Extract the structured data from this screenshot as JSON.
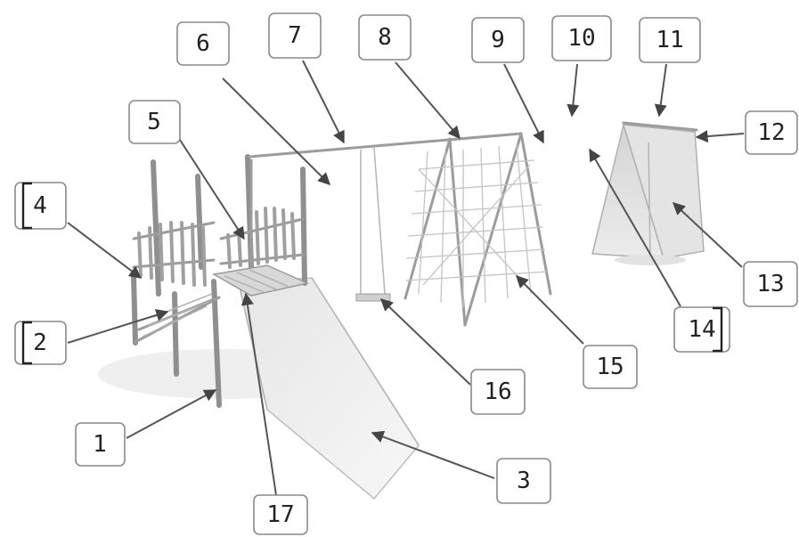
{
  "callouts": [
    {
      "id": "c1",
      "label": "1"
    },
    {
      "id": "c2",
      "label": "2"
    },
    {
      "id": "c3",
      "label": "3"
    },
    {
      "id": "c4",
      "label": "4"
    },
    {
      "id": "c5",
      "label": "5"
    },
    {
      "id": "c6",
      "label": "6"
    },
    {
      "id": "c7",
      "label": "7"
    },
    {
      "id": "c8",
      "label": "8"
    },
    {
      "id": "c9",
      "label": "9"
    },
    {
      "id": "c10",
      "label": "10"
    },
    {
      "id": "c11",
      "label": "11"
    },
    {
      "id": "c12",
      "label": "12"
    },
    {
      "id": "c13",
      "label": "13"
    },
    {
      "id": "c14",
      "label": "14"
    },
    {
      "id": "c15",
      "label": "15"
    },
    {
      "id": "c16",
      "label": "16"
    },
    {
      "id": "c17",
      "label": "17"
    }
  ],
  "colors": {
    "line": "#555555",
    "box_border": "#8a8a8a",
    "label_text": "#222222",
    "structure": "#9c9c9c"
  }
}
